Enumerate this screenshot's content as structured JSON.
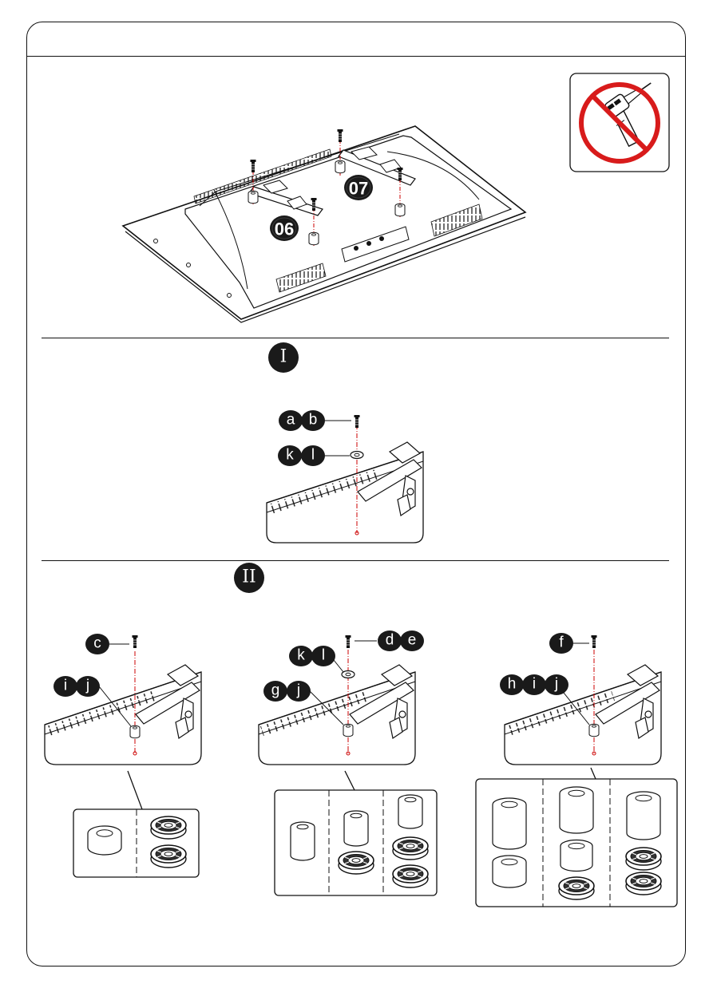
{
  "header": {
    "title": ""
  },
  "overview": {
    "step_badges": [
      "07",
      "06"
    ],
    "warning_icon": "no-power-drill-icon"
  },
  "section1": {
    "marker": "I",
    "labels": {
      "screw": [
        "a",
        "b"
      ],
      "washer": [
        "k",
        "l"
      ]
    }
  },
  "section2": {
    "marker": "II",
    "panel_a": {
      "screw": [
        "c"
      ],
      "spacer": [
        "i",
        "j"
      ]
    },
    "panel_b": {
      "screw": [
        "d",
        "e"
      ],
      "washer": [
        "k",
        "l"
      ],
      "spacer": [
        "g",
        "j"
      ]
    },
    "panel_c": {
      "screw": [
        "f"
      ],
      "spacer": [
        "h",
        "i",
        "j"
      ]
    }
  },
  "colors": {
    "ink": "#111111",
    "badge": "#1a1a1a",
    "prohibit": "#d81b1b",
    "guide": "#cc0000"
  }
}
